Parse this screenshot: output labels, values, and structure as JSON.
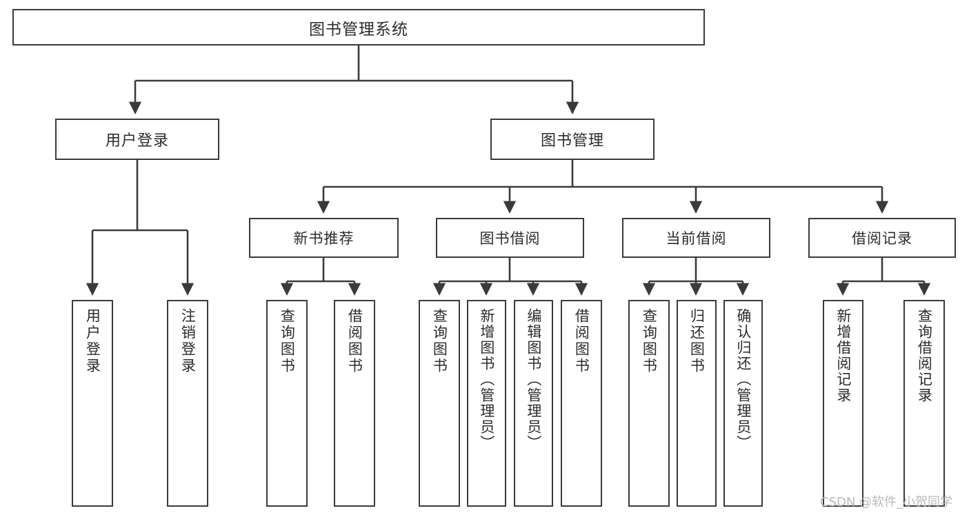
{
  "diagram": {
    "type": "tree",
    "title": "图书管理系统",
    "theme": {
      "background": "#ffffff",
      "border": "#3a3a3a",
      "text": "#2b2b2b",
      "line": "#3a3a3a",
      "watermark": "#b9b9b9"
    },
    "watermark": "CSDN @软件_小贺同学",
    "root": {
      "label": "图书管理系统"
    },
    "level1": [
      {
        "id": "user-login",
        "label": "用户登录"
      },
      {
        "id": "book-manage",
        "label": "图书管理"
      }
    ],
    "level2": [
      {
        "id": "new-book-rec",
        "label": "新书推荐",
        "parent": "book-manage"
      },
      {
        "id": "book-borrow",
        "label": "图书借阅",
        "parent": "book-manage"
      },
      {
        "id": "current-borrow",
        "label": "当前借阅",
        "parent": "book-manage"
      },
      {
        "id": "borrow-record",
        "label": "借阅记录",
        "parent": "book-manage"
      }
    ],
    "leaves": [
      {
        "id": "leaf-user-login",
        "label": "用户登录",
        "parent": "user-login"
      },
      {
        "id": "leaf-logout",
        "label": "注销登录",
        "parent": "user-login"
      },
      {
        "id": "leaf-query-book-rec",
        "label": "查询图书",
        "parent": "new-book-rec"
      },
      {
        "id": "leaf-borrow-book-rec",
        "label": "借阅图书",
        "parent": "new-book-rec"
      },
      {
        "id": "leaf-query-book-borrow",
        "label": "查询图书",
        "parent": "book-borrow"
      },
      {
        "id": "leaf-add-book",
        "label": "新增图书（管理员）",
        "parent": "book-borrow"
      },
      {
        "id": "leaf-edit-book",
        "label": "编辑图书（管理员）",
        "parent": "book-borrow"
      },
      {
        "id": "leaf-borrow-book",
        "label": "借阅图书",
        "parent": "book-borrow"
      },
      {
        "id": "leaf-query-book-cur",
        "label": "查询图书",
        "parent": "current-borrow"
      },
      {
        "id": "leaf-return-book",
        "label": "归还图书",
        "parent": "current-borrow"
      },
      {
        "id": "leaf-confirm-return",
        "label": "确认归还（管理员）",
        "parent": "current-borrow"
      },
      {
        "id": "leaf-add-record",
        "label": "新增借阅记录",
        "parent": "borrow-record"
      },
      {
        "id": "leaf-query-record",
        "label": "查询借阅记录",
        "parent": "borrow-record"
      }
    ]
  }
}
